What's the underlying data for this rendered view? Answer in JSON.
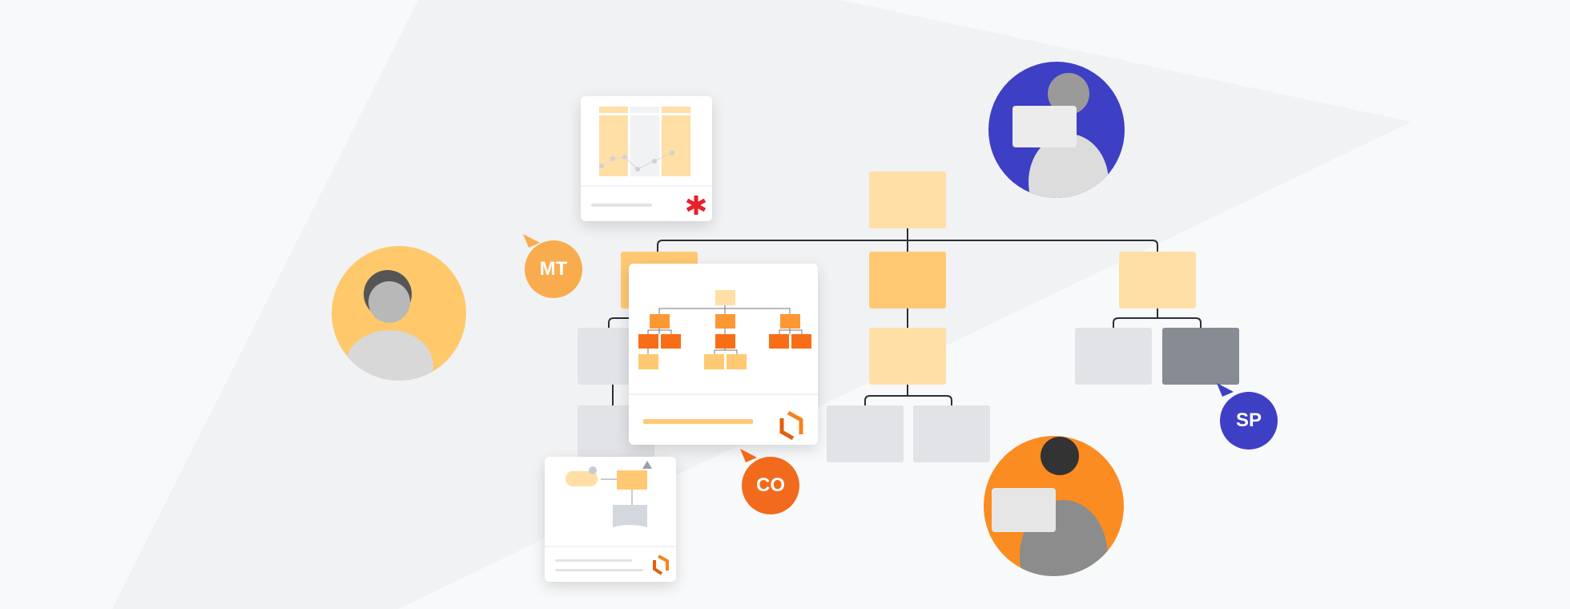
{
  "colors": {
    "background": "#f8f9fa",
    "shape": "#f1f2f4",
    "peach": "#ffdfa6",
    "gold": "#ffc974",
    "orange": "#f26a1b",
    "blue": "#3d3fc4",
    "yellow": "#f9ac4d"
  },
  "collaborators": [
    {
      "initials": "MT",
      "color": "#f9ac4d"
    },
    {
      "initials": "CO",
      "color": "#f26a1b"
    },
    {
      "initials": "SP",
      "color": "#3d3fc4"
    }
  ],
  "cards": [
    {
      "name": "chart-template-card",
      "icon": "red-asterisk-logo-icon"
    },
    {
      "name": "org-chart-template-card",
      "icon": "orange-hexagon-logo-icon"
    },
    {
      "name": "flowchart-template-card",
      "icon": "orange-hexagon-logo-icon"
    }
  ]
}
